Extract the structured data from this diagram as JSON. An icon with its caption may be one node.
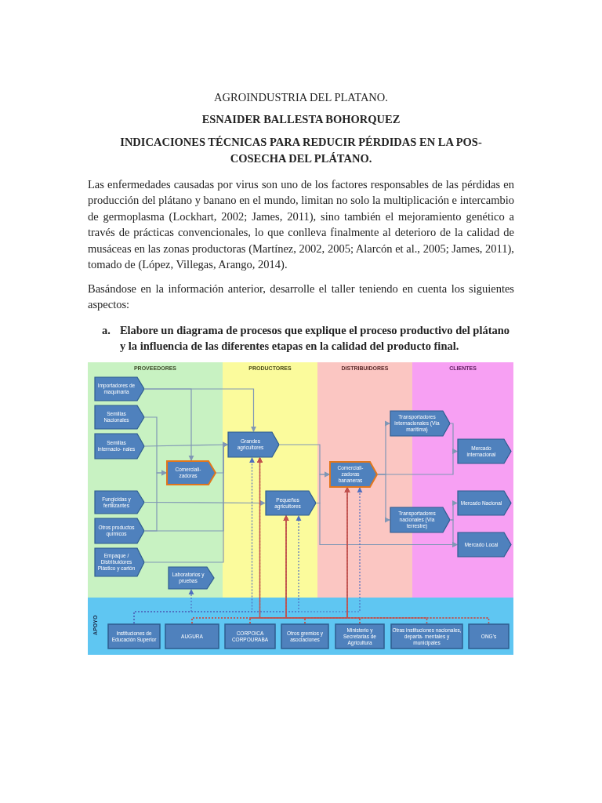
{
  "diagram": {
    "nodes": [
      {
        "text": [
          "PROVEEDORES"
        ]
      },
      {
        "text": [
          "PRODUCTORES"
        ]
      },
      {
        "text": [
          "DISTRIBUIDORES"
        ]
      },
      {
        "text": [
          "CLIENTES"
        ]
      },
      {
        "text": [
          "APOYO"
        ]
      },
      {
        "text": [
          "Importadores de maquinaria"
        ],
        "in": 0
      },
      {
        "text": [
          "Semillas Nacionales"
        ],
        "in": 0
      },
      {
        "text": [
          "Semillas internacio- nales"
        ],
        "in": 0
      },
      {
        "text": [
          "Comerciali- zadoras"
        ],
        "in": 0
      },
      {
        "text": [
          "Fungicidas y fertilizantes"
        ],
        "in": 0
      },
      {
        "text": [
          "Otros productos químicos"
        ],
        "in": 0
      },
      {
        "text": [
          "Empaque / Distribuidores Plástico y cartón"
        ],
        "in": 0
      },
      {
        "text": [
          "Laboratorios y pruebas"
        ],
        "in": 0
      },
      {
        "text": [
          "Grandes agricultores"
        ],
        "in": 1
      },
      {
        "text": [
          "Pequeños agricultores"
        ],
        "in": 1
      },
      {
        "text": [
          "Comerciali- zadoras bananeras"
        ],
        "in": 2
      },
      {
        "text": [
          "Transportadores internacionales (Vía marítima)"
        ]
      },
      {
        "text": [
          "Transportadores nacionales (Vía terrestre)"
        ]
      },
      {
        "text": [
          "Mercado internacional"
        ],
        "in": 3
      },
      {
        "text": [
          "Mercado Nacional"
        ],
        "in": 3
      },
      {
        "text": [
          "Mercado Local"
        ],
        "in": 3
      },
      {
        "text": [
          "Instituciones de Educación Superior"
        ],
        "in": 4
      },
      {
        "text": [
          "AUGURA"
        ],
        "in": 4
      },
      {
        "text": [
          "CORPOICA CORPOURABA"
        ],
        "in": 4
      },
      {
        "text": [
          "Otros gremios y asociaciones"
        ],
        "in": 4
      },
      {
        "text": [
          "Ministerio y Secretarias de Agricultura"
        ],
        "in": 4
      },
      {
        "text": [
          "Otras instituciones nacionales, departa- mentales y municipales"
        ],
        "in": 4
      },
      {
        "text": [
          "ONG's"
        ],
        "in": 4
      }
    ],
    "edges": [
      {
        "from": 5,
        "to": 13,
        "arrow": "to"
      },
      {
        "from": 5,
        "to": 8,
        "arrow": "to"
      },
      {
        "from": 6,
        "to": 8,
        "arrow": "to"
      },
      {
        "from": 7,
        "to": 13,
        "arrow": "to"
      },
      {
        "from": 8,
        "to": 13,
        "arrow": "to"
      },
      {
        "from": 9,
        "to": 14,
        "arrow": "to"
      },
      {
        "from": 10,
        "to": 8,
        "arrow": "to"
      },
      {
        "from": 10,
        "to": 13,
        "arrow": "to"
      },
      {
        "from": 11,
        "to": 13,
        "arrow": "to"
      },
      {
        "from": 13,
        "to": 15,
        "arrow": "to"
      },
      {
        "from": 14,
        "to": 15,
        "arrow": "to"
      },
      {
        "from": 14,
        "to": 20,
        "arrow": "to"
      },
      {
        "from": 15,
        "to": 16,
        "arrow": "to"
      },
      {
        "from": 15,
        "to": 17,
        "arrow": "to"
      },
      {
        "from": 15,
        "to": 18,
        "arrow": "to"
      },
      {
        "from": 16,
        "to": 18,
        "arrow": "to"
      },
      {
        "from": 17,
        "to": 19,
        "arrow": "to"
      },
      {
        "from": 17,
        "to": 20,
        "arrow": "to"
      },
      {
        "from": 21,
        "to": 12,
        "arrow": "to",
        "style": "dashed",
        "color": "#4f6fc0"
      },
      {
        "from": 21,
        "to": 13,
        "arrow": "to",
        "style": "dashed",
        "color": "#4f6fc0"
      },
      {
        "from": 21,
        "to": 14,
        "arrow": "to",
        "style": "dashed",
        "color": "#4f6fc0"
      },
      {
        "from": 21,
        "to": 15,
        "arrow": "to",
        "style": "dashed",
        "color": "#4f6fc0"
      },
      {
        "from": 22,
        "to": 13,
        "arrow": "to",
        "style": "dashed",
        "color": "#c0504d"
      },
      {
        "from": 22,
        "to": 14,
        "arrow": "to",
        "style": "dashed",
        "color": "#c0504d"
      },
      {
        "from": 22,
        "to": 15,
        "arrow": "to",
        "style": "dashed",
        "color": "#c0504d"
      },
      {
        "from": 23,
        "to": 13,
        "arrow": "to",
        "style": "dashed",
        "color": "#c0504d"
      },
      {
        "from": 23,
        "to": 14,
        "arrow": "to",
        "style": "dashed",
        "color": "#c0504d"
      },
      {
        "from": 23,
        "to": 15,
        "arrow": "to",
        "style": "dashed",
        "color": "#c0504d"
      },
      {
        "from": 24,
        "to": 13,
        "arrow": "to",
        "style": "dashed",
        "color": "#c0504d"
      },
      {
        "from": 24,
        "to": 14,
        "arrow": "to",
        "style": "dashed",
        "color": "#c0504d"
      },
      {
        "from": 24,
        "to": 15,
        "arrow": "to",
        "style": "dashed",
        "color": "#c0504d"
      },
      {
        "from": 25,
        "to": 13,
        "arrow": "to",
        "style": "dashed",
        "color": "#c0504d"
      },
      {
        "from": 25,
        "to": 14,
        "arrow": "to",
        "style": "dashed",
        "color": "#c0504d"
      },
      {
        "from": 25,
        "to": 15,
        "arrow": "to",
        "style": "dashed",
        "color": "#c0504d"
      },
      {
        "from": 26,
        "to": 13,
        "arrow": "to",
        "style": "dashed",
        "color": "#c0504d"
      },
      {
        "from": 26,
        "to": 14,
        "arrow": "to",
        "style": "dashed",
        "color": "#c0504d"
      },
      {
        "from": 26,
        "to": 15,
        "arrow": "to",
        "style": "dashed",
        "color": "#c0504d"
      },
      {
        "from": 27,
        "to": 13,
        "arrow": "to",
        "style": "dashed",
        "color": "#c0504d"
      },
      {
        "from": 27,
        "to": 14,
        "arrow": "to",
        "style": "dashed",
        "color": "#c0504d"
      },
      {
        "from": 27,
        "to": 15,
        "arrow": "to",
        "style": "dashed",
        "color": "#c0504d"
      }
    ],
    "labels": [
      "AGROINDUSTRIA DEL PLATANO.",
      "ESNAIDER BALLESTA BOHORQUEZ",
      "INDICACIONES TÉCNICAS PARA REDUCIR PÉRDIDAS EN LA POS- COSECHA DEL PLÁTANO.",
      "Las enfermedades causadas por virus son uno de los factores responsables de las pérdidas en producción del plátano y banano en el mundo, limitan no solo la multiplicación e intercambio de germoplasma (Lockhart, 2002; James, 2011), sino también el mejoramiento genético a través de prácticas convencionales, lo que conlleva finalmente al deterioro de la calidad de musáceas en las zonas productoras (Martínez, 2002, 2005; Alarcón et al., 2005; James, 2011), tomado de (López, Villegas, Arango, 2014).",
      "Basándose en la información anterior, desarrolle el taller teniendo en cuenta los siguientes aspectos:",
      "a.",
      "Elabore un diagrama de procesos que explique el proceso productivo del plátano y la influencia de las diferentes etapas en la calidad del producto final."
    ]
  }
}
